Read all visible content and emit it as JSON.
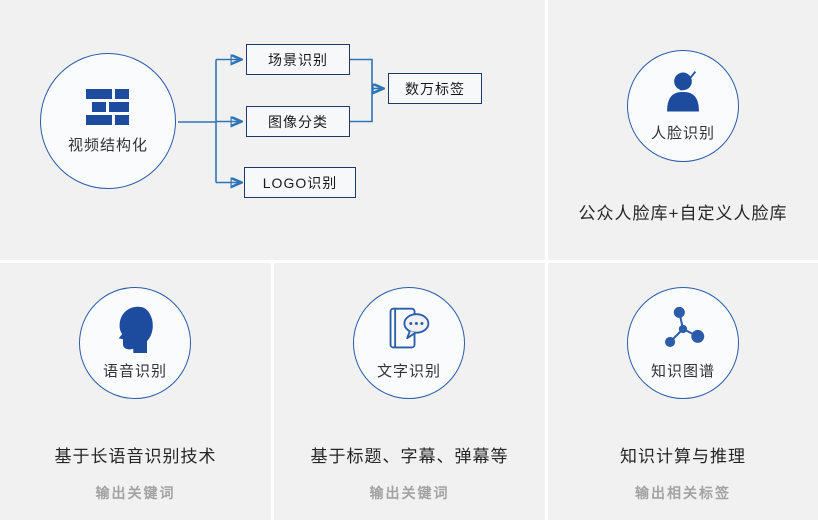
{
  "flow": {
    "circle_label": "视频结构化",
    "branch_boxes": [
      "场景识别",
      "图像分类",
      "LOGO识别"
    ],
    "result_box": "数万标签"
  },
  "face": {
    "circle_label": "人脸识别",
    "caption": "公众人脸库+自定义人脸库"
  },
  "bottom": [
    {
      "circle_label": "语音识别",
      "caption": "基于长语音识别技术",
      "sub": "输出关键词"
    },
    {
      "circle_label": "文字识别",
      "caption": "基于标题、字幕、弹幕等",
      "sub": "输出关键词"
    },
    {
      "circle_label": "知识图谱",
      "caption": "知识计算与推理",
      "sub": "输出相关标签"
    }
  ],
  "colors": {
    "accent": "#2a5caa",
    "flow_line": "#2e75b6",
    "box_border": "#1f3a68",
    "icon_fill": "#1d4b9e",
    "panel_bg": "#f1f1f2",
    "caption_text": "#262626",
    "sub_text": "#a3a3a3"
  }
}
